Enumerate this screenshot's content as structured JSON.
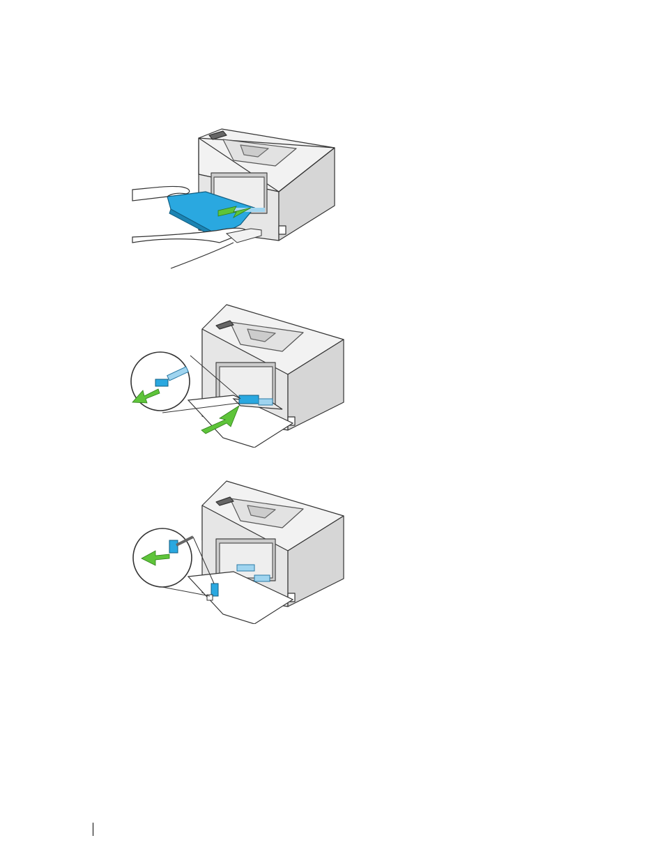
{
  "page": {
    "figures": [
      {
        "icon": "printer-remove-tray-cover-illustration"
      },
      {
        "icon": "printer-extend-tray-illustration"
      },
      {
        "icon": "printer-slide-paper-guide-illustration"
      }
    ]
  },
  "colors": {
    "printer_body": "#e6e6e6",
    "printer_outline": "#333333",
    "tray_blue": "#2aa8e0",
    "guide_blue": "#9fd4ef",
    "arrow_green": "#5ec43a"
  }
}
